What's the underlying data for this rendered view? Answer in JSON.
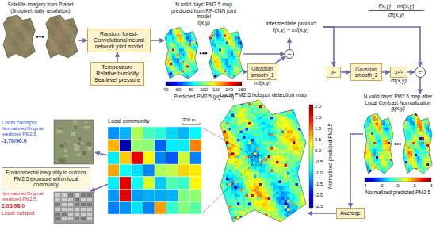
{
  "diagram": {
    "nodes": [
      {
        "text": [
          "Satellite imagery from Planet (3m/pixel, daily resolution)"
        ]
      },
      {
        "text": [
          "Random forest-Convolutional neural network joint model"
        ]
      },
      {
        "text": [
          "Temperature Relative humidity Sea level pressure"
        ]
      },
      {
        "text": [
          "N valid days' PM2.5 map predicted from RF-CNN joint model",
          "f(x,y)"
        ]
      },
      {
        "text": [
          "Gaussian smooth_1",
          "mf(x,y)"
        ]
      },
      {
        "text": [
          "−"
        ]
      },
      {
        "text": [
          "Intermediate product",
          "f(x,y) − mf(x,y)"
        ]
      },
      {
        "text": [
          "x²"
        ]
      },
      {
        "text": [
          "Gaussian smooth_2"
        ]
      },
      {
        "text": [
          "x¹/²",
          "σf(x,y)"
        ]
      },
      {
        "text": [
          "÷"
        ]
      },
      {
        "text": [
          "N valid days' PM2.5 map after Local Contrast Normalization",
          "g(x,y)"
        ]
      },
      {
        "text": [
          "Average"
        ]
      },
      {
        "text": [
          "Local PM2.5 hotspot detection map"
        ]
      },
      {
        "text": [
          "Local community"
        ]
      },
      {
        "text": [
          "Local coolspot",
          "Normalized/Original predicted PM2.5",
          "-1.70/90.0"
        ]
      },
      {
        "text": [
          "Environmental inequality in outdoor PM2.5 exposure within local community"
        ]
      },
      {
        "text": [
          "Normalized/Original predicted PM2.5",
          "2.06/98.0",
          "Local hotspot"
        ]
      }
    ],
    "edges": [
      {
        "from": 0,
        "to": 1,
        "arrow": "to"
      },
      {
        "from": 2,
        "to": 1,
        "arrow": "to"
      },
      {
        "from": 1,
        "to": 3,
        "arrow": "to"
      },
      {
        "from": 3,
        "to": 5,
        "arrow": "to"
      },
      {
        "from": 3,
        "to": 4,
        "arrow": "to"
      },
      {
        "from": 4,
        "to": 5,
        "arrow": "to"
      },
      {
        "from": 5,
        "to": 6,
        "arrow": "to"
      },
      {
        "from": 6,
        "to": 7,
        "arrow": "to"
      },
      {
        "from": 7,
        "to": 8,
        "arrow": "to"
      },
      {
        "from": 8,
        "to": 9,
        "arrow": "to"
      },
      {
        "from": 9,
        "to": 10,
        "arrow": "to"
      },
      {
        "from": 6,
        "to": 10,
        "arrow": "to"
      },
      {
        "from": 10,
        "to": 11,
        "arrow": "to"
      },
      {
        "from": 11,
        "to": 12,
        "arrow": "to"
      },
      {
        "from": 12,
        "to": 13,
        "arrow": "to"
      },
      {
        "from": 14,
        "to": 15,
        "arrow": "to"
      },
      {
        "from": 14,
        "to": 17,
        "arrow": "to"
      }
    ],
    "labels": [
      "40",
      "60",
      "80",
      "100",
      "120",
      "140",
      "160",
      "Predicted PM2.5 (μg m−3)",
      "f(x,y) − mf(x,y)",
      "σf(x,y)",
      "-4",
      "-2",
      "0",
      "2",
      "4",
      "Normalized predicted PM2.5",
      "2.0",
      "1.5",
      "1.0",
      "0.5",
      "0.0",
      "-0.5",
      "-1.0",
      "-1.5",
      "-2.0",
      "-2.5",
      "Normalized predicted PM2.5",
      "300 m"
    ]
  }
}
